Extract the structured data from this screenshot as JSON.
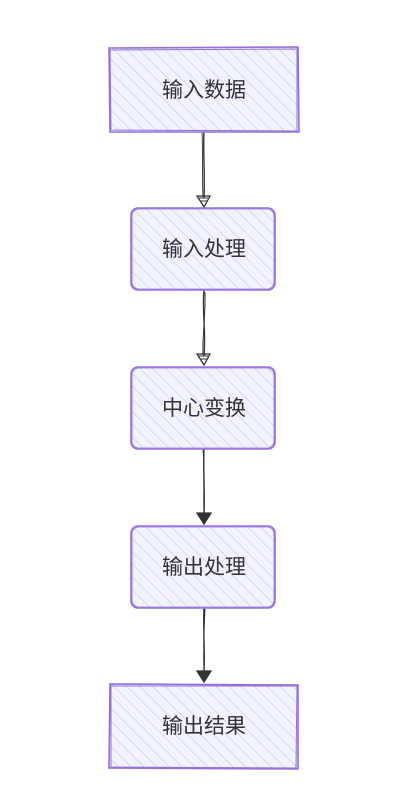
{
  "diagram": {
    "type": "flowchart",
    "direction": "top-down",
    "colors": {
      "node_fill": "#ececff",
      "node_stroke": "#9370db",
      "edge": "#333333",
      "text": "#333333"
    },
    "nodes": [
      {
        "id": "input-data",
        "label": "输入数据",
        "shape": "rect"
      },
      {
        "id": "input-processing",
        "label": "输入处理",
        "shape": "rounded-rect"
      },
      {
        "id": "central-transform",
        "label": "中心变换",
        "shape": "rounded-rect"
      },
      {
        "id": "output-processing",
        "label": "输出处理",
        "shape": "rounded-rect"
      },
      {
        "id": "output-result",
        "label": "输出结果",
        "shape": "rect"
      }
    ],
    "edges": [
      {
        "from": "input-data",
        "to": "input-processing"
      },
      {
        "from": "input-processing",
        "to": "central-transform"
      },
      {
        "from": "central-transform",
        "to": "output-processing"
      },
      {
        "from": "output-processing",
        "to": "output-result"
      }
    ]
  }
}
